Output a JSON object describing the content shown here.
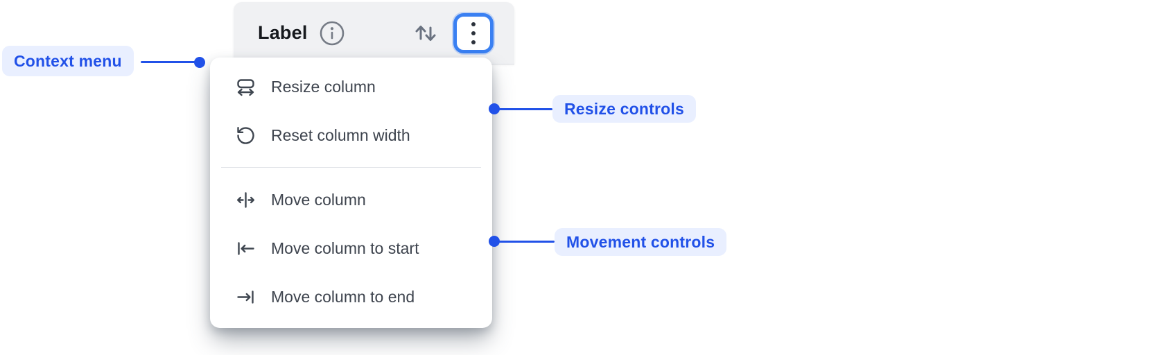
{
  "header": {
    "title": "Label",
    "info_icon": "info-icon",
    "sort_icon": "sort-arrows-icon",
    "menu_button_icon": "kebab-menu-icon"
  },
  "context_menu": {
    "items": [
      {
        "label": "Resize column",
        "icon": "resize-column-icon",
        "group": "resize"
      },
      {
        "label": "Reset column width",
        "icon": "reset-column-width-icon",
        "group": "resize"
      },
      {
        "label": "Move column",
        "icon": "move-column-icon",
        "group": "movement"
      },
      {
        "label": "Move column to start",
        "icon": "move-column-to-start-icon",
        "group": "movement"
      },
      {
        "label": "Move column to end",
        "icon": "move-column-to-end-icon",
        "group": "movement"
      }
    ]
  },
  "annotations": [
    {
      "label": "Context menu",
      "side": "left"
    },
    {
      "label": "Resize controls",
      "side": "right"
    },
    {
      "label": "Movement controls",
      "side": "right"
    }
  ],
  "colors": {
    "annotation_accent": "#2151e8",
    "annotation_bg": "#e9efff",
    "focus_ring": "#3a80f2",
    "header_bg": "#f0f1f3",
    "menu_text": "#3e444e",
    "title_text": "#16191d"
  }
}
